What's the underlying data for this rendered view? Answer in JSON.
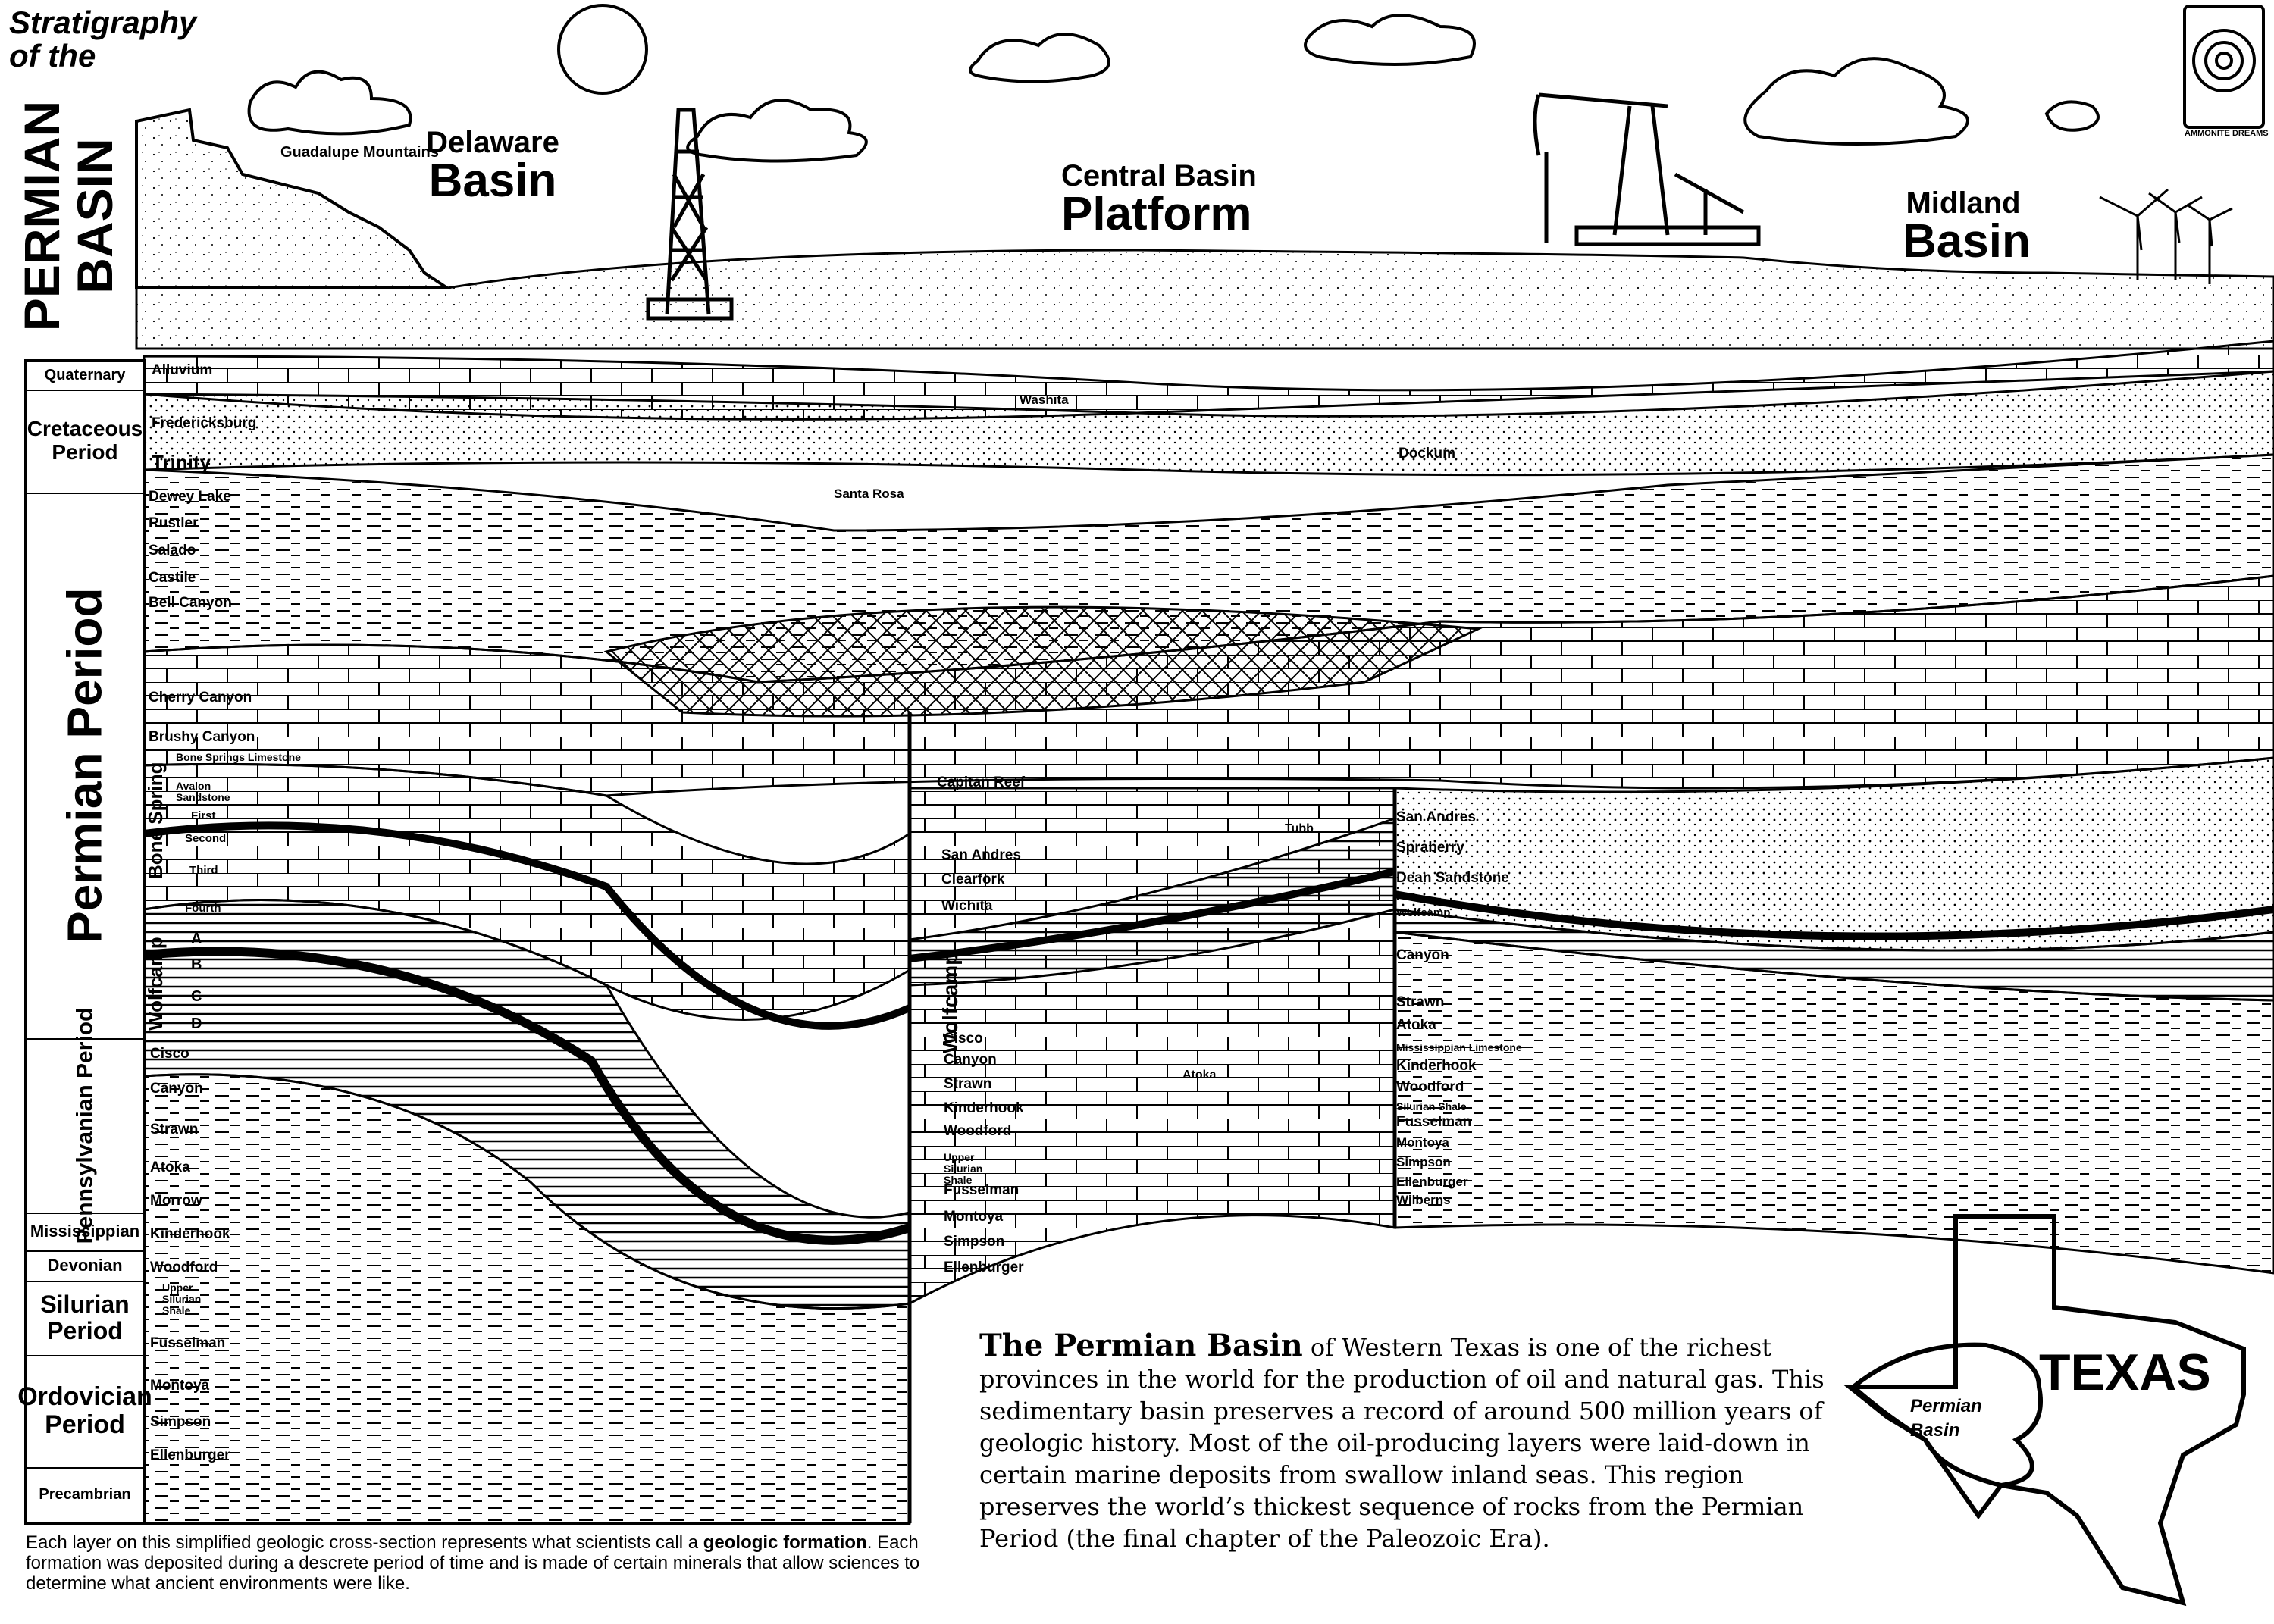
{
  "title": {
    "line1": "Stratigraphy",
    "line2": "of the",
    "main": "PERMIAN BASIN"
  },
  "landmarks": {
    "mountains": "Guadalupe Mountains"
  },
  "regions": [
    {
      "a": "Delaware",
      "b": "Basin"
    },
    {
      "a": "Central Basin",
      "b": "Platform"
    },
    {
      "a": "Midland",
      "b": "Basin"
    }
  ],
  "logo": {
    "text": "AMMONITE DREAMS"
  },
  "periods": [
    {
      "name": "Quaternary"
    },
    {
      "name": "Cretaceous Period"
    },
    {
      "name": "Permian Period"
    },
    {
      "name": "Pennsylvanian Period"
    },
    {
      "name": "Mississippian"
    },
    {
      "name": "Devonian"
    },
    {
      "name": "Silurian Period"
    },
    {
      "name": "Ordovician Period"
    },
    {
      "name": "Precambrian"
    }
  ],
  "delaware_formations": {
    "alluvium": "Alluvium",
    "fredericksburg": "Fredericksburg",
    "trinity": "Trinity",
    "dewey": "Dewey Lake",
    "rustler": "Rustler",
    "salado": "Salado",
    "castile": "Castile",
    "bell": "Bell Canyon",
    "cherry": "Cherry Canyon",
    "brushy": "Brushy Canyon",
    "bonelime": "Bone Springs Limestone",
    "avalon": "Avalon Sandstone",
    "bonespring": "Bone Spring",
    "first": "First",
    "second": "Second",
    "third": "Third",
    "fourth": "Fourth",
    "wolfcamp": "Wolfcamp",
    "a": "A",
    "b": "B",
    "c": "C",
    "d": "D",
    "cisco": "Cisco",
    "canyon": "Canyon",
    "strawn": "Strawn",
    "atoka": "Atoka",
    "morrow": "Morrow",
    "kinderhook": "Kinderhook",
    "woodford": "Woodford",
    "upper_silurian": "Upper Silurian Shale",
    "fusselman": "Fusselman",
    "montoya": "Montoya",
    "simpson": "Simpson",
    "ellenburger": "Ellenburger"
  },
  "central_formations": {
    "capitan": "Capitan Reef",
    "san_andres": "San Andres",
    "clearfork": "Clearfork",
    "wichita": "Wichita",
    "tubb": "Tubb",
    "wolfcamp": "Wolfcamp",
    "cisco": "Cisco",
    "canyon": "Canyon",
    "strawn": "Strawn",
    "atoka": "Atoka",
    "kinderhook": "Kinderhook",
    "woodford": "Woodford",
    "upper_silurian": "Upper Silurian Shale",
    "fusselman": "Fusselman",
    "montoya": "Montoya",
    "simpson": "Simpson",
    "ellenburger": "Ellenburger"
  },
  "midland_formations": {
    "san_andres": "San Andres",
    "spraberry": "Spraberry",
    "dean": "Dean Sandstone",
    "wolfcamp": "Wolfcamp",
    "canyon": "Canyon",
    "strawn": "Strawn",
    "atoka": "Atoka",
    "mississippian": "Mississippian Limestone",
    "kinderhook": "Kinderhook",
    "woodford": "Woodford",
    "silurian": "Silurian Shale",
    "fusselman": "Fusselman",
    "montoya": "Montoya",
    "simpson": "Simpson",
    "ellenburger": "Ellenburger",
    "wilberns": "Wilberns"
  },
  "upper_labels": {
    "washita": "Washita",
    "dockum": "Dockum",
    "santa_rosa": "Santa Rosa"
  },
  "caption": {
    "part1": "Each layer on this simplified geologic cross-section represents what scientists call a ",
    "bold": "geologic formation",
    "part2": ". Each formation was deposited during a descrete period of time and is made of certain minerals that allow sciences to determine what ancient environments were like."
  },
  "description": {
    "bold": "The Permian Basin",
    "text": " of Western Texas is one of the richest provinces in the world for the production of oil and natural gas. This sedimentary basin preserves a record of around 500 million years of geologic history. Most of the oil-producing layers were laid-down in certain marine deposits from swallow inland seas. This region preserves the world’s thickest sequence of rocks from the Permian Period (the final chapter of the Paleozoic Era)."
  },
  "map": {
    "state": "TEXAS",
    "region": "Permian Basin"
  }
}
